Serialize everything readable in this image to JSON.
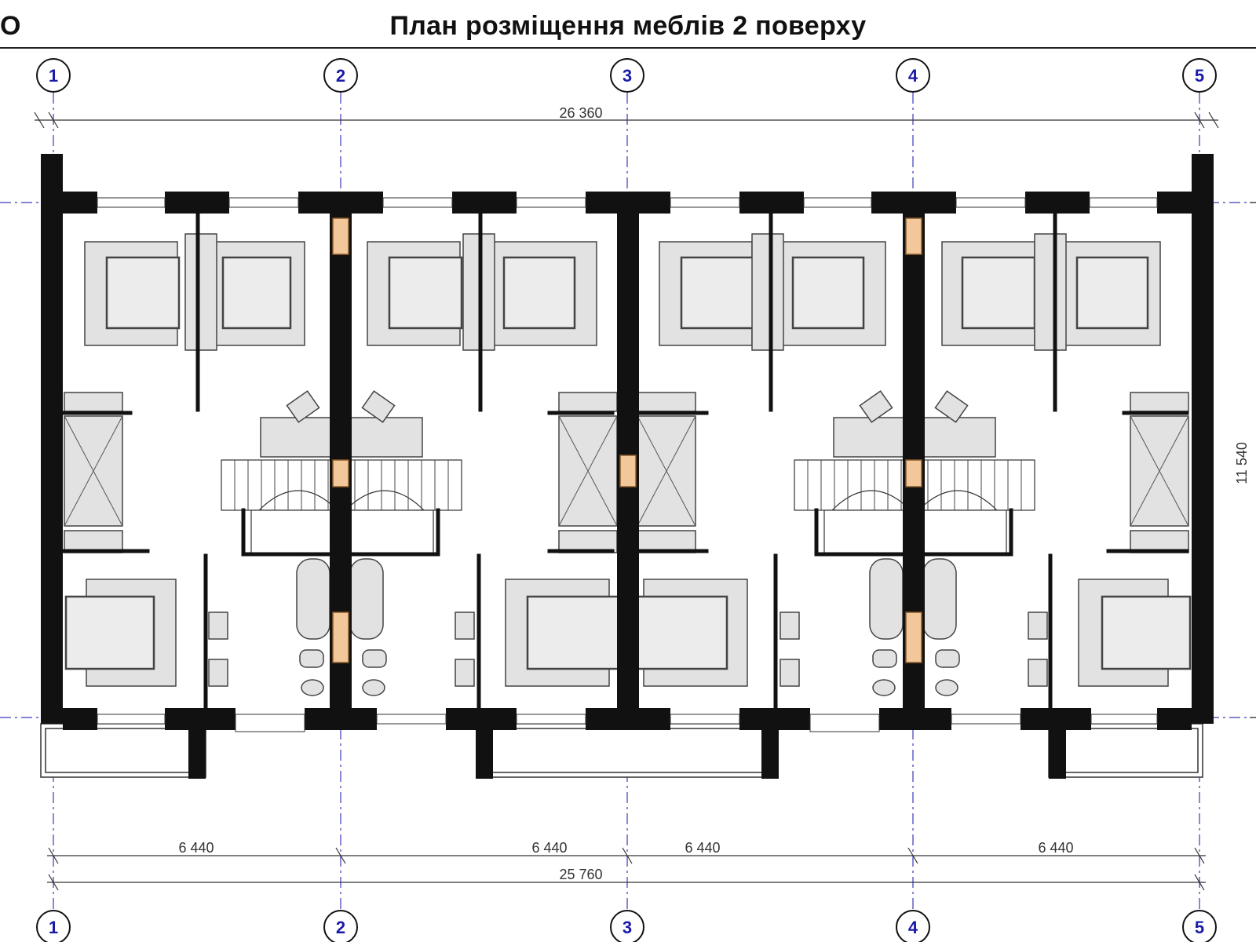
{
  "header": {
    "title": "План розміщення меблів 2 поверху",
    "corner_text": "O"
  },
  "axes": {
    "top": [
      "1",
      "2",
      "3",
      "4",
      "5"
    ],
    "bottom": [
      "1",
      "2",
      "3",
      "4",
      "5"
    ]
  },
  "dimensions": {
    "overall_top": "26 360",
    "bay_1_2": "6 440",
    "bay_2_3": "6 440",
    "bay_3_4": "6 440",
    "bay_4_5": "6 440",
    "overall_bottom": "25 760",
    "depth_right": "11 540"
  },
  "colors": {
    "wall": "#111111",
    "furniture_fill": "#e2e2e2",
    "furniture_stroke": "#444444",
    "axis_line": "#3a3ab8",
    "chimney": "#f2c79a"
  }
}
